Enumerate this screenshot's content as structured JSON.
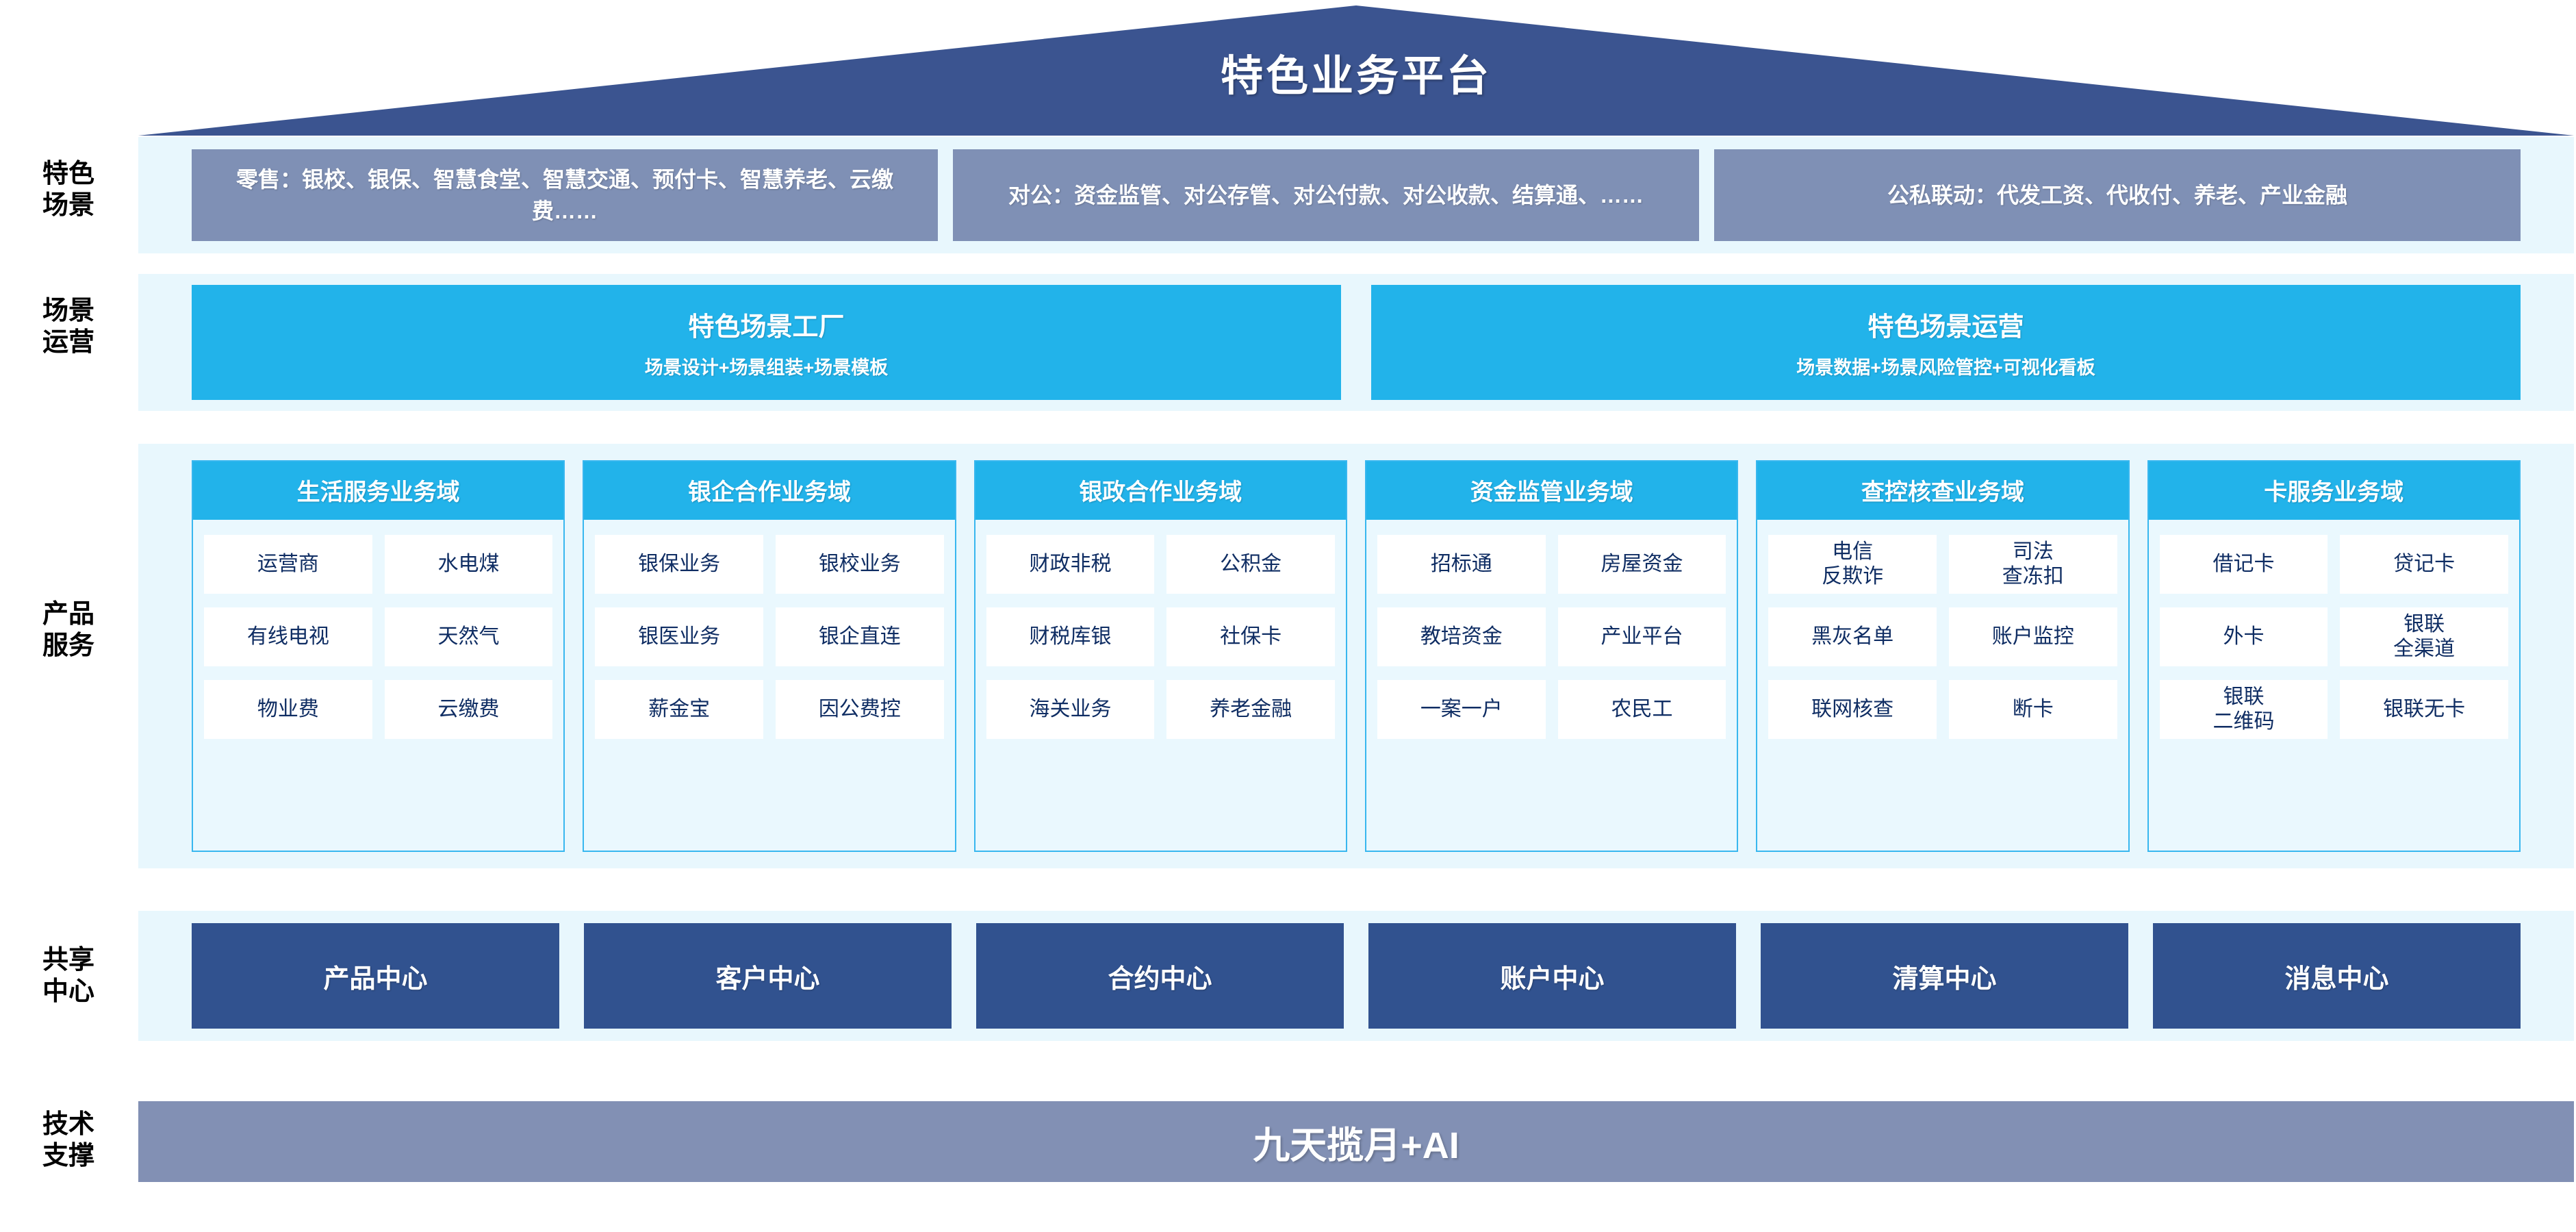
{
  "title": "特色业务平台",
  "rails": [
    {
      "label": "特色\n场景"
    },
    {
      "label": "场景\n运营"
    },
    {
      "label": "产品\n服务"
    },
    {
      "label": "共享\n中心"
    },
    {
      "label": "技术\n支撑"
    }
  ],
  "scenarios": [
    {
      "text": "零售：银校、银保、智慧食堂、智慧交通、预付卡、智慧养老、云缴费……"
    },
    {
      "text": "对公：资金监管、对公存管、对公付款、对公收款、结算通、……"
    },
    {
      "text": "公私联动：代发工资、代收付、养老、产业金融"
    }
  ],
  "operations": [
    {
      "title": "特色场景工厂",
      "subtitle": "场景设计+场景组装+场景模板"
    },
    {
      "title": "特色场景运营",
      "subtitle": "场景数据+场景风险管控+可视化看板"
    }
  ],
  "domains": [
    {
      "header": "生活服务业务域",
      "cells": [
        "运营商",
        "水电煤",
        "有线电视",
        "天然气",
        "物业费",
        "云缴费"
      ]
    },
    {
      "header": "银企合作业务域",
      "cells": [
        "银保业务",
        "银校业务",
        "银医业务",
        "银企直连",
        "薪金宝",
        "因公费控"
      ]
    },
    {
      "header": "银政合作业务域",
      "cells": [
        "财政非税",
        "公积金",
        "财税库银",
        "社保卡",
        "海关业务",
        "养老金融"
      ]
    },
    {
      "header": "资金监管业务域",
      "cells": [
        "招标通",
        "房屋资金",
        "教培资金",
        "产业平台",
        "一案一户",
        "农民工"
      ]
    },
    {
      "header": "查控核查业务域",
      "cells": [
        "电信\n反欺诈",
        "司法\n查冻扣",
        "黑灰名单",
        "账户监控",
        "联网核查",
        "断卡"
      ]
    },
    {
      "header": "卡服务业务域",
      "cells": [
        "借记卡",
        "贷记卡",
        "外卡",
        "银联\n全渠道",
        "银联\n二维码",
        "银联无卡"
      ]
    }
  ],
  "shared_centers": [
    {
      "label": "产品中心"
    },
    {
      "label": "客户中心"
    },
    {
      "label": "合约中心"
    },
    {
      "label": "账户中心"
    },
    {
      "label": "清算中心"
    },
    {
      "label": "消息中心"
    }
  ],
  "tech_support": {
    "label": "九天揽月+AI"
  },
  "colors": {
    "roof": "#3b5490",
    "band": "#e8f7fd",
    "scenario_chip": "#7f90b5",
    "cyan": "#22b3ea",
    "domain_border": "#38b7ef",
    "cell_text": "#0f2d63",
    "shared_center": "#31528f",
    "tech_bar": "#8290b4"
  }
}
